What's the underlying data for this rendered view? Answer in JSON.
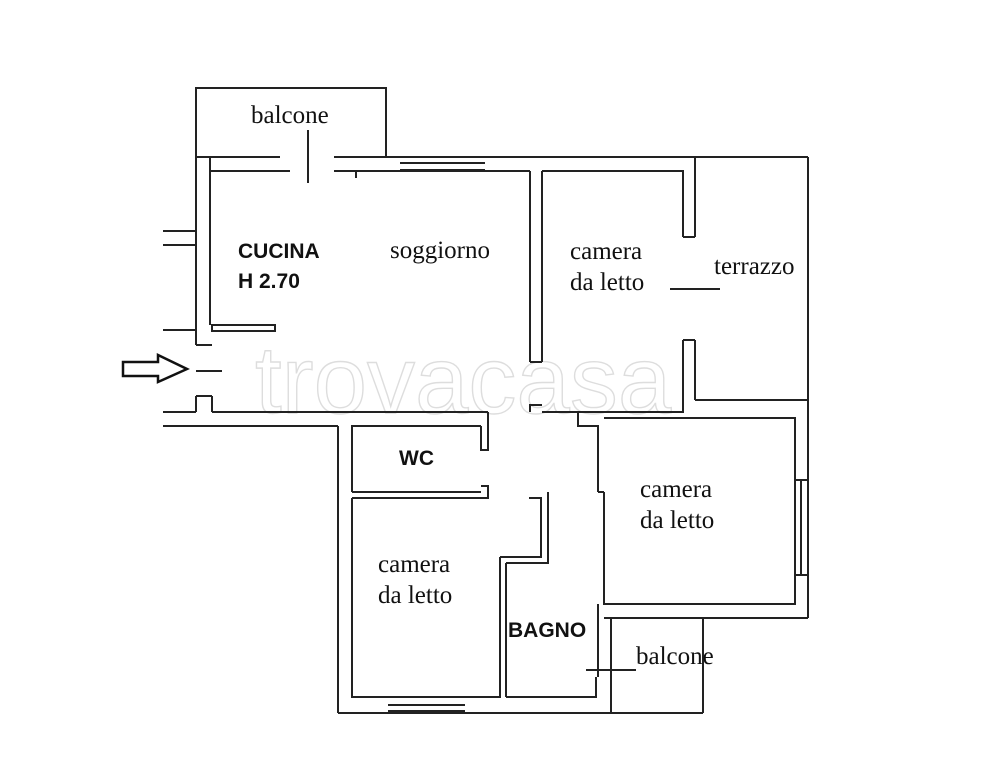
{
  "plan": {
    "labels": {
      "balcone_top": "balcone",
      "cucina": "CUCINA",
      "cucina_height": "H 2.70",
      "soggiorno": "soggiorno",
      "camera1_line1": "camera",
      "camera1_line2": "da letto",
      "terrazzo": "terrazzo",
      "wc": "WC",
      "camera2_line1": "camera",
      "camera2_line2": "da letto",
      "camera3_line1": "camera",
      "camera3_line2": "da letto",
      "bagno": "BAGNO",
      "balcone_bottom": "balcone"
    },
    "watermark": "trovacasa",
    "entrance_icon": "arrow-right-icon"
  }
}
